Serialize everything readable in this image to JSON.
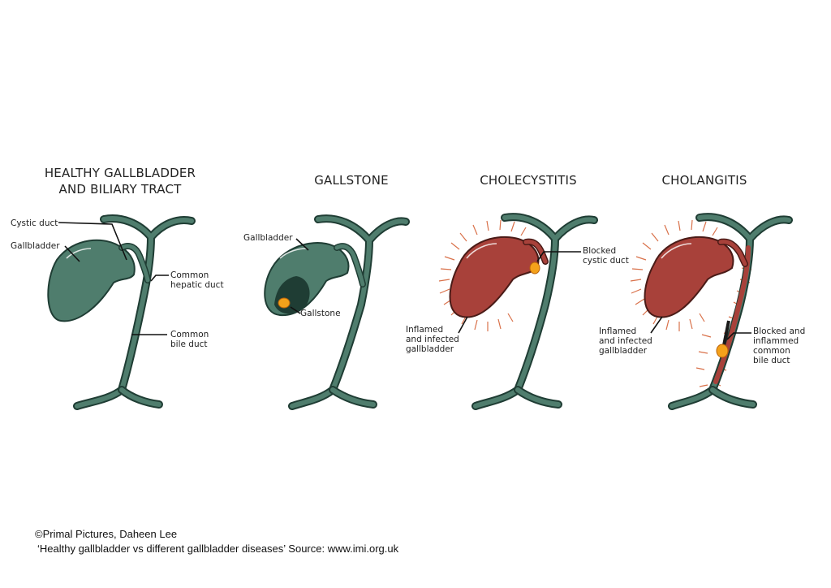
{
  "panels": [
    {
      "title_line1": "HEALTHY GALLBLADDER",
      "title_line2": "AND BILIARY TRACT",
      "labels": {
        "cystic_duct": "Cystic duct",
        "gallbladder": "Gallbladder",
        "common_hepatic_1": "Common",
        "common_hepatic_2": "hepatic duct",
        "common_bile_1": "Common",
        "common_bile_2": "bile duct"
      }
    },
    {
      "title": "GALLSTONE",
      "labels": {
        "gallbladder": "Gallbladder",
        "gallstone": "Gallstone"
      }
    },
    {
      "title": "CHOLECYSTITIS",
      "labels": {
        "blocked_1": "Blocked",
        "blocked_2": "cystic duct",
        "inflamed_1": "Inflamed",
        "inflamed_2": "and infected",
        "inflamed_3": "gallbladder"
      }
    },
    {
      "title": "CHOLANGITIS",
      "labels": {
        "inflamed_1": "Inflamed",
        "inflamed_2": "and infected",
        "inflamed_3": "gallbladder",
        "blocked_1": "Blocked and",
        "blocked_2": "inflammed",
        "blocked_3": "common",
        "blocked_4": "bile duct"
      }
    }
  ],
  "credit": {
    "line1": "©Primal Pictures, Daheen Lee",
    "line2": "‘Healthy gallbladder vs different gallbladder diseases’ Source: www.imi.org.uk"
  },
  "colors": {
    "healthy_green": "#4f7d6d",
    "outline": "#1f3d34",
    "inflamed_red": "#a8413a",
    "stone_orange": "#f4a11a",
    "inflammation_rays": "#d9714a"
  }
}
